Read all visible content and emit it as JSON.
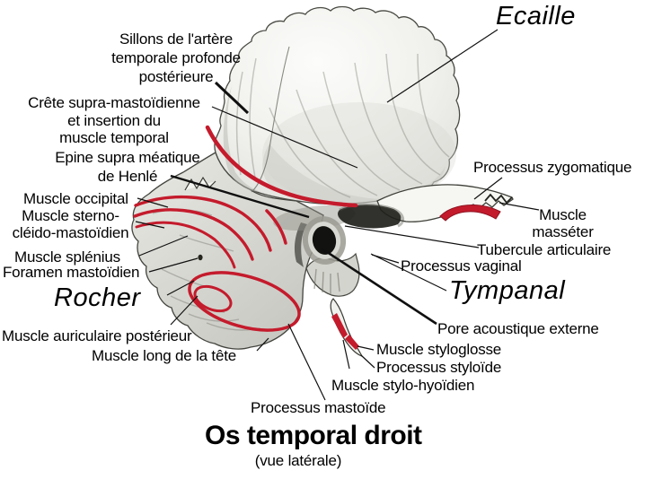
{
  "figure": {
    "title": "Os temporal droit",
    "subtitle": "(vue latérale)",
    "region_labels": {
      "ecaille": "Ecaille",
      "rocher": "Rocher",
      "tympanal": "Tympanal"
    },
    "annotations": {
      "sillons": "Sillons de l'artère\ntemporale profonde\npostérieure",
      "crete": "Crête supra-mastoïdienne\net insertion du\nmuscle temporal",
      "epine": "Epine supra méatique\nde Henlé",
      "occipital": "Muscle occipital",
      "sterno": "Muscle sterno-\ncléido-mastoïdien",
      "splenius": "Muscle splénius",
      "foramen": "Foramen mastoïdien",
      "auriculaire": "Muscle auriculaire postérieur",
      "long_tete": "Muscle long de la tête",
      "processus_mastoide": "Processus mastoïde",
      "zygomatique": "Processus zygomatique",
      "masseter": "Muscle\nmasséter",
      "tubercule": "Tubercule articulaire",
      "vaginal": "Processus vaginal",
      "pore": "Pore acoustique externe",
      "styloglosse": "Muscle styloglosse",
      "styloide": "Processus styloïde",
      "stylo_hyoidien": "Muscle stylo-hyoïdien"
    }
  },
  "colors": {
    "background": "#ffffff",
    "text": "#000000",
    "muscle_insertion_red": "#c41b2c"
  }
}
